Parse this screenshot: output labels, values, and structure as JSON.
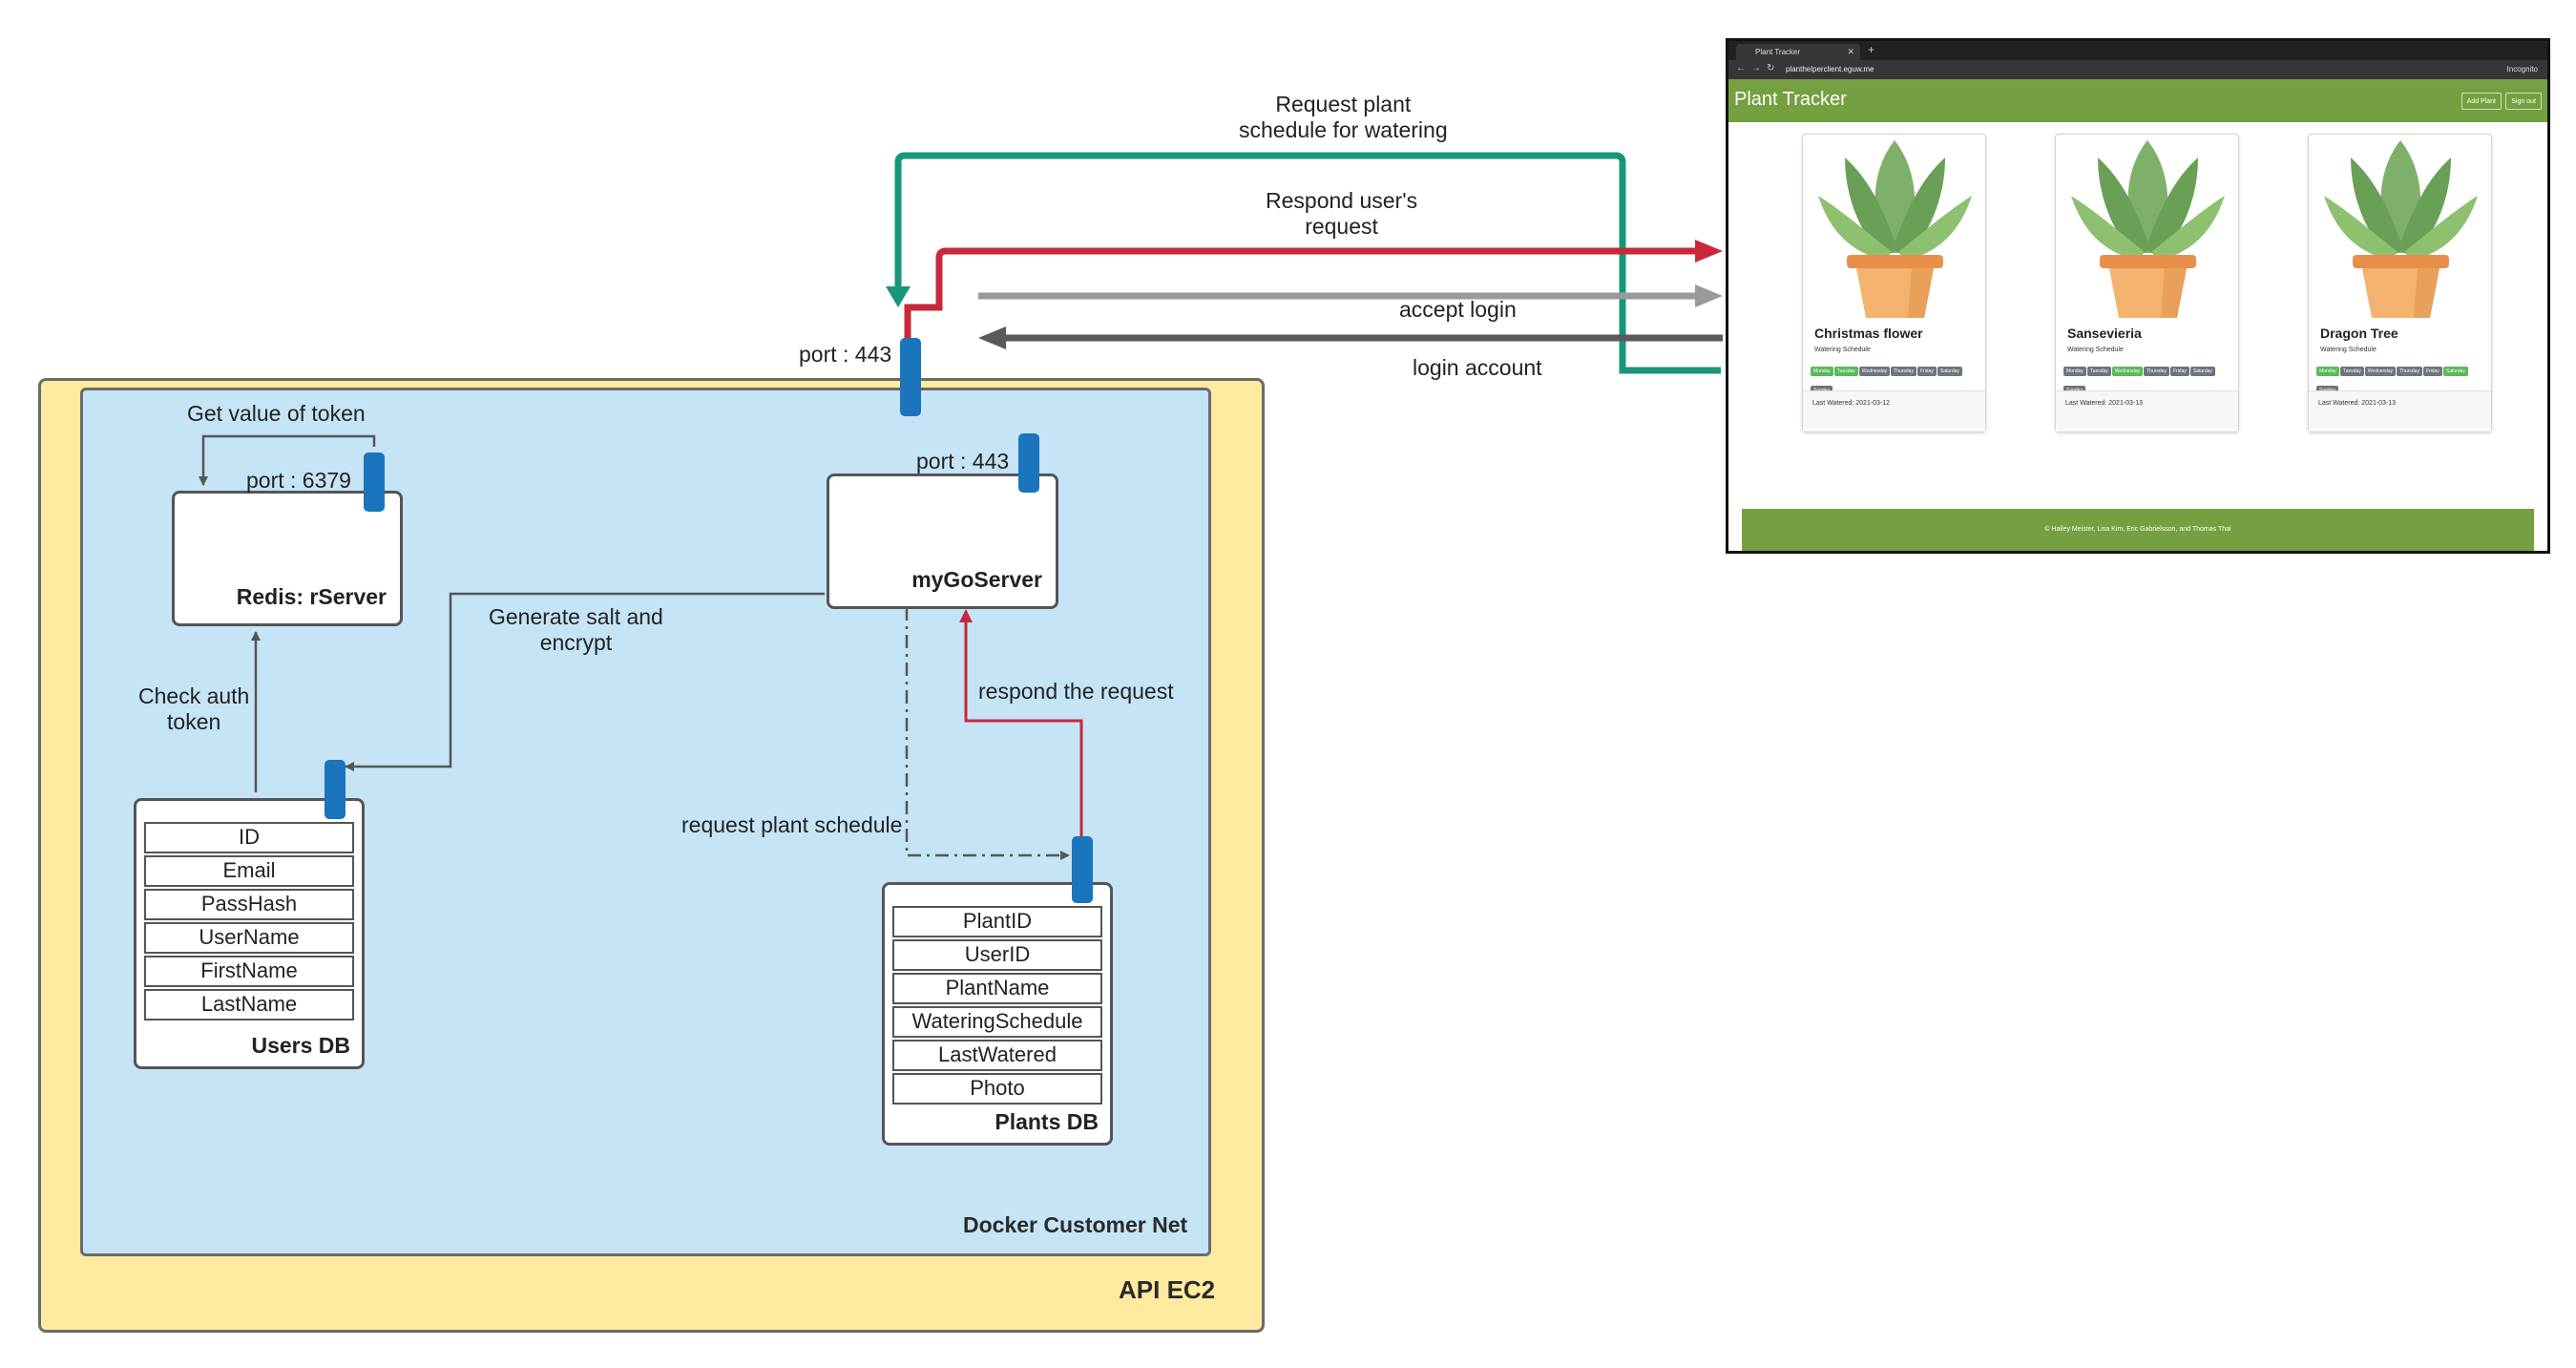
{
  "zones": {
    "ec2_label": "API EC2",
    "net_label": "Docker Customer Net"
  },
  "nodes": {
    "redis_label": "Redis: rServer",
    "redis_port": "port : 6379",
    "go_label": "myGoServer",
    "go_port": "port : 443",
    "external_port": "port : 443"
  },
  "edges": {
    "get_token": "Get value of token",
    "check_auth": "Check auth\ntoken",
    "generate_salt": "Generate salt and\nencrypt",
    "respond_request": "respond the request",
    "request_schedule": "request plant schedule",
    "request_watering": "Request plant\nschedule for watering",
    "respond_user": "Respond user's\nrequest",
    "accept_login": "accept login",
    "login_account": "login account"
  },
  "users_db": {
    "name": "Users DB",
    "fields": [
      "ID",
      "Email",
      "PassHash",
      "UserName",
      "FirstName",
      "LastName"
    ]
  },
  "plants_db": {
    "name": "Plants DB",
    "fields": [
      "PlantID",
      "UserID",
      "PlantName",
      "WateringSchedule",
      "LastWatered",
      "Photo"
    ]
  },
  "browser": {
    "tab_title": "Plant Tracker",
    "url": "planthelperclient.eguw.me",
    "profile": "Incognito",
    "brand": "Plant Tracker",
    "add_button": "Add Plant",
    "signout_button": "Sign out",
    "footer": "© Hailey Meister, Lisa Kim, Eric Gabrielsson, and Thomas Thai",
    "cards": [
      {
        "title": "Christmas flower",
        "subtitle": "Watering Schedule",
        "days": [
          {
            "d": "Monday",
            "on": true
          },
          {
            "d": "Tuesday",
            "on": true
          },
          {
            "d": "Wednesday",
            "on": false
          },
          {
            "d": "Thursday",
            "on": false
          },
          {
            "d": "Friday",
            "on": false
          },
          {
            "d": "Saturday",
            "on": false
          },
          {
            "d": "Sunday",
            "on": false
          }
        ],
        "last": "Last Watered: 2021-03-12"
      },
      {
        "title": "Sansevieria",
        "subtitle": "Watering Schedule",
        "days": [
          {
            "d": "Monday",
            "on": false
          },
          {
            "d": "Tuesday",
            "on": false
          },
          {
            "d": "Wednesday",
            "on": true
          },
          {
            "d": "Thursday",
            "on": false
          },
          {
            "d": "Friday",
            "on": false
          },
          {
            "d": "Saturday",
            "on": false
          },
          {
            "d": "Sunday",
            "on": false
          }
        ],
        "last": "Last Watered: 2021-03-13"
      },
      {
        "title": "Dragon Tree",
        "subtitle": "Watering Schedule",
        "days": [
          {
            "d": "Monday",
            "on": true
          },
          {
            "d": "Tuesday",
            "on": false
          },
          {
            "d": "Wednesday",
            "on": false
          },
          {
            "d": "Thursday",
            "on": false
          },
          {
            "d": "Friday",
            "on": false
          },
          {
            "d": "Saturday",
            "on": true
          },
          {
            "d": "Sunday",
            "on": false
          }
        ],
        "last": "Last Watered: 2021-03-13"
      }
    ]
  },
  "colors": {
    "ec2_fill": "#ffea9f",
    "net_fill": "#c5e4f6",
    "port": "#1a75bc",
    "teal_arrow": "#17967a",
    "red_arrow": "#c8283a",
    "gray_light_arrow": "#9a9a9a",
    "gray_dark_arrow": "#5a5a5a",
    "brand_green": "#74a042"
  }
}
